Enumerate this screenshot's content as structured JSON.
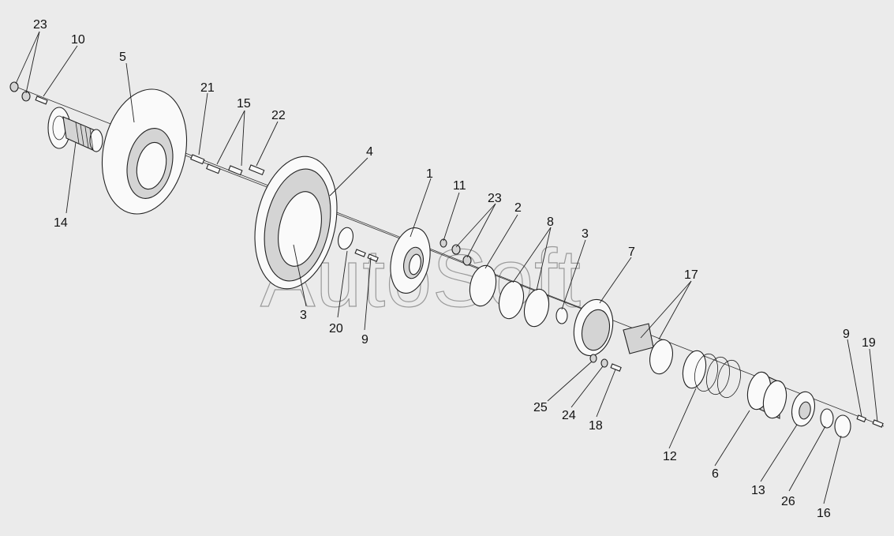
{
  "watermark": "AutoSoft",
  "callouts": {
    "c23a": "23",
    "c10": "10",
    "c5": "5",
    "c21": "21",
    "c15": "15",
    "c22": "22",
    "c4": "4",
    "c1": "1",
    "c11": "11",
    "c23b": "23",
    "c2": "2",
    "c8": "8",
    "c3a": "3",
    "c7": "7",
    "c17": "17",
    "c14": "14",
    "c3b": "3",
    "c20": "20",
    "c9a": "9",
    "c25": "25",
    "c24": "24",
    "c18": "18",
    "c12": "12",
    "c6": "6",
    "c13": "13",
    "c26": "26",
    "c16": "16",
    "c9b": "9",
    "c19": "19"
  }
}
